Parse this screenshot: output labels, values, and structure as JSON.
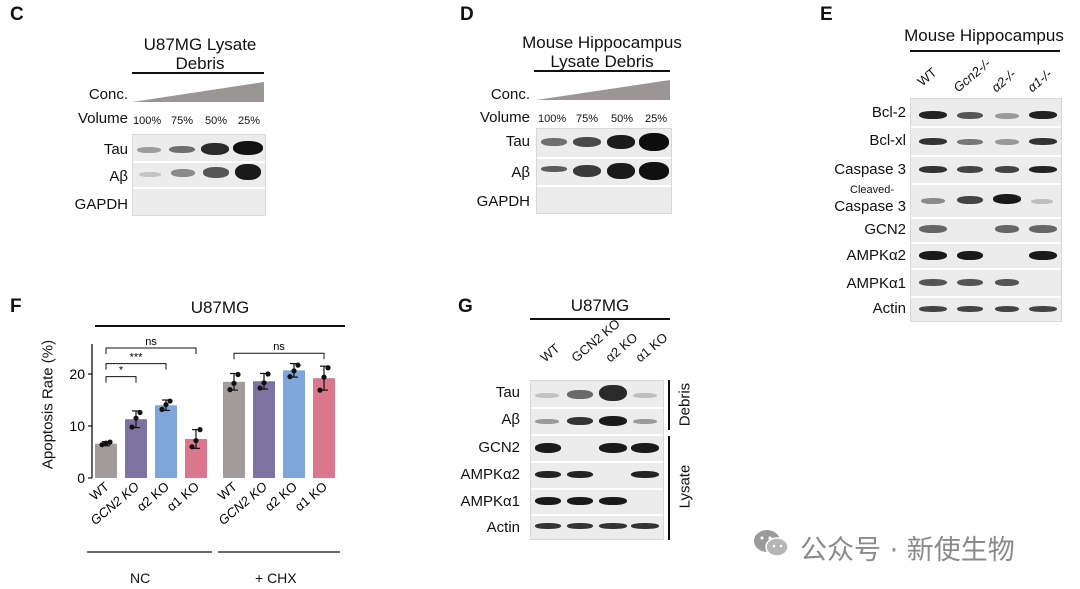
{
  "panels": {
    "C": {
      "letter": "C",
      "title": "U87MG Lysate\nDebris",
      "conc_label": "Conc.",
      "volume_label": "Volume",
      "volumes": [
        "100%",
        "75%",
        "50%",
        "25%"
      ],
      "rows": [
        "Tau",
        "Aβ",
        "GAPDH"
      ]
    },
    "D": {
      "letter": "D",
      "title": "Mouse Hippocampus\nLysate Debris",
      "conc_label": "Conc.",
      "volume_label": "Volume",
      "volumes": [
        "100%",
        "75%",
        "50%",
        "25%"
      ],
      "rows": [
        "Tau",
        "Aβ",
        "GAPDH"
      ]
    },
    "E": {
      "letter": "E",
      "title": "Mouse Hippocampus",
      "columns": [
        "WT",
        "Gcn2-/-",
        "α2-/-",
        "α1-/-"
      ],
      "rows": [
        "Bcl-2",
        "Bcl-xl",
        "Caspase 3",
        "Cleaved-",
        "Caspase 3",
        "GCN2",
        "AMPKα2",
        "AMPKα1",
        "Actin"
      ]
    },
    "F": {
      "letter": "F",
      "title": "U87MG",
      "ylabel": "Apoptosis Rate (%)",
      "group_labels": [
        "NC",
        "+ CHX"
      ],
      "sig": [
        "*",
        "***",
        "ns",
        "ns"
      ]
    },
    "G": {
      "letter": "G",
      "title": "U87MG",
      "columns": [
        "WT",
        "GCN2 KO",
        "α2 KO",
        "α1 KO"
      ],
      "rows": [
        "Tau",
        "Aβ",
        "GCN2",
        "AMPKα2",
        "AMPKα1",
        "Actin"
      ],
      "side_labels": [
        "Debris",
        "Lysate"
      ]
    }
  },
  "chart_data": {
    "type": "bar",
    "title": "U87MG",
    "ylabel": "Apoptosis Rate (%)",
    "xlabel": "",
    "categories": [
      "WT",
      "GCN2 KO",
      "α2 KO",
      "α1 KO",
      "WT",
      "GCN2 KO",
      "α2 KO",
      "α1 KO"
    ],
    "values": [
      6.6,
      11.3,
      14.0,
      7.5,
      18.5,
      18.6,
      20.7,
      19.2
    ],
    "errors": [
      0.4,
      1.6,
      1.0,
      1.8,
      1.6,
      1.5,
      1.3,
      2.3
    ],
    "points": [
      [
        6.4,
        6.7,
        6.9
      ],
      [
        9.8,
        11.5,
        12.6
      ],
      [
        13.2,
        14.1,
        14.8
      ],
      [
        6.0,
        7.2,
        9.3
      ],
      [
        17.0,
        18.2,
        19.9
      ],
      [
        17.3,
        18.3,
        20.0
      ],
      [
        19.5,
        20.6,
        21.7
      ],
      [
        16.9,
        19.4,
        21.2
      ]
    ],
    "groups": [
      "NC",
      "+ CHX"
    ],
    "colors": [
      "#a29c9c",
      "#7e72a0",
      "#7ea6db",
      "#d9788d",
      "#a29c9c",
      "#7e72a0",
      "#7ea6db",
      "#d9788d"
    ],
    "ylim": [
      0,
      25
    ],
    "yticks": [
      "0",
      "10",
      "20"
    ],
    "annotations": [
      "*",
      "***",
      "ns",
      "ns"
    ],
    "grid": false,
    "legend": "none"
  },
  "watermark": {
    "icon": "wechat-icon",
    "text": "公众号 · 新使生物"
  }
}
